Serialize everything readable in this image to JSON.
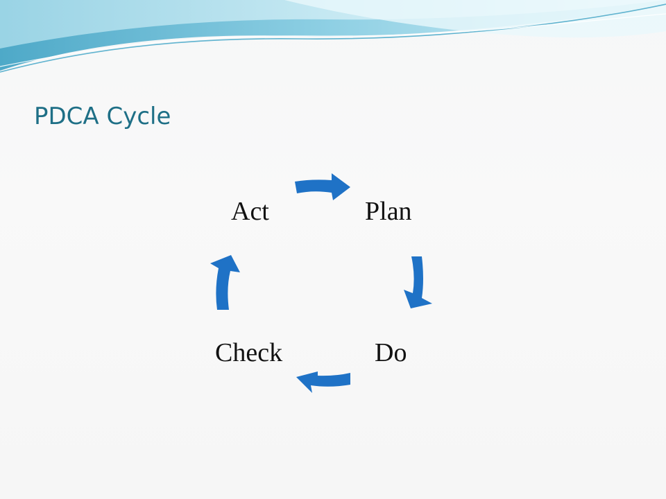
{
  "slide": {
    "title": "PDCA Cycle"
  },
  "cycle": {
    "steps": [
      "Plan",
      "Do",
      "Check",
      "Act"
    ]
  },
  "colors": {
    "title": "#1e6f86",
    "arrow": "#1f72c6",
    "label": "#111111",
    "swoosh_dark": "#5fb3cf",
    "swoosh_light": "#b8e2ee"
  },
  "icons": {
    "arrow": "curved-arrow-icon"
  }
}
